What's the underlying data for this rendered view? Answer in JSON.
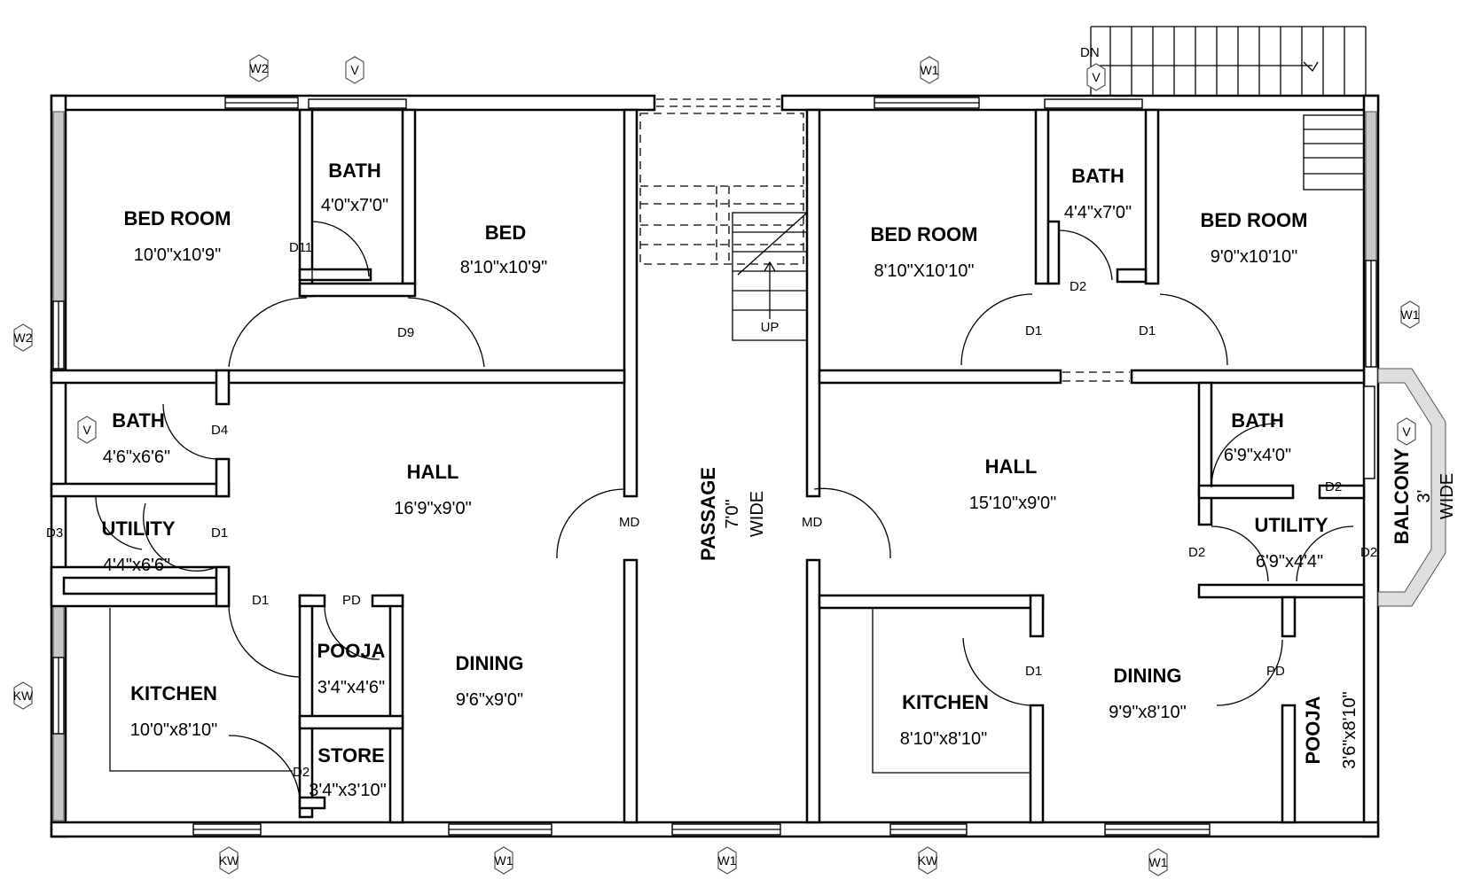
{
  "rooms": {
    "bed_tl": {
      "name": "BED ROOM",
      "size": "10'0\"x10'9\""
    },
    "bath_tl": {
      "name": "BATH",
      "size": "4'0\"x7'0\""
    },
    "bed_tm": {
      "name": "BED",
      "size": "8'10\"x10'9\""
    },
    "bath_l": {
      "name": "BATH",
      "size": "4'6\"x6'6\""
    },
    "hall_l": {
      "name": "HALL",
      "size": "16'9\"x9'0\""
    },
    "utility_l": {
      "name": "UTILITY",
      "size": "4'4\"x6'6\""
    },
    "kitchen_l": {
      "name": "KITCHEN",
      "size": "10'0\"x8'10\""
    },
    "pooja_l": {
      "name": "POOJA",
      "size": "3'4\"x4'6\""
    },
    "store_l": {
      "name": "STORE",
      "size": "3'4\"x3'10\""
    },
    "dining_l": {
      "name": "DINING",
      "size": "9'6\"x9'0\""
    },
    "passage": {
      "name": "PASSAGE",
      "size": "7'0\"",
      "note": "WIDE"
    },
    "bed_rl": {
      "name": "BED ROOM",
      "size": "8'10\"X10'10\""
    },
    "bath_rt": {
      "name": "BATH",
      "size": "4'4\"x7'0\""
    },
    "bed_rr": {
      "name": "BED ROOM",
      "size": "9'0\"x10'10\""
    },
    "hall_r": {
      "name": "HALL",
      "size": "15'10\"x9'0\""
    },
    "bath_rr": {
      "name": "BATH",
      "size": "6'9\"x4'0\""
    },
    "utility_r": {
      "name": "UTILITY",
      "size": "6'9\"x4'4\""
    },
    "balcony": {
      "name": "BALCONY",
      "size": "3'",
      "note": "WIDE"
    },
    "kitchen_r": {
      "name": "KITCHEN",
      "size": "8'10\"x8'10\""
    },
    "dining_r": {
      "name": "DINING",
      "size": "9'9\"x8'10\""
    },
    "pooja_r": {
      "name": "POOJA",
      "size": "3'6\"x8'10\""
    }
  },
  "doors": {
    "d11": "D11",
    "d9": "D9",
    "d4": "D4",
    "d3": "D3",
    "d1_l_util": "D1",
    "d1_l_kit": "D1",
    "pd_l": "PD",
    "d2_l": "D2",
    "md_l": "MD",
    "md_r": "MD",
    "d2_r_bath": "D2",
    "d1_r_a": "D1",
    "d1_r_b": "D1",
    "d2_r_util_bath": "D2",
    "d2_r_util_l": "D2",
    "d2_r_util_r": "D2",
    "d1_r_kit": "D1",
    "pd_r": "PD"
  },
  "stairs": {
    "up": "UP",
    "dn": "DN"
  },
  "tags": {
    "w2_top": "W2",
    "v_top_l": "V",
    "w1_top_r": "W1",
    "v_top_r": "V",
    "w2_left": "W2",
    "v_bath_l": "V",
    "kw_left": "KW",
    "w1_right": "W1",
    "v_bath_r": "V",
    "kw_bot_l": "KW",
    "w1_bot_l": "W1",
    "w1_bot_m": "W1",
    "kw_bot_r": "KW",
    "w1_bot_r": "W1"
  }
}
